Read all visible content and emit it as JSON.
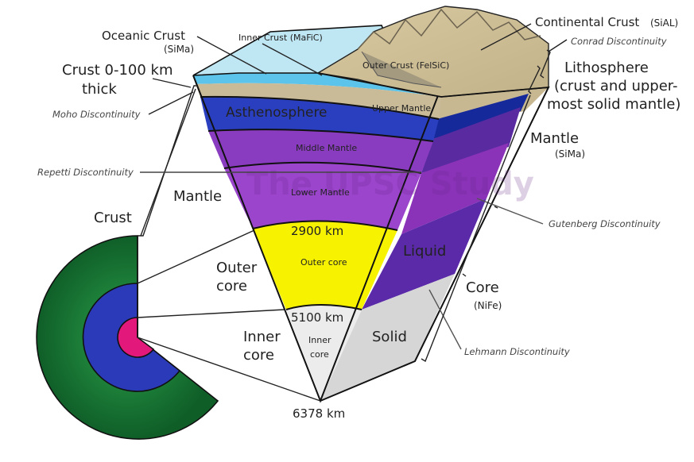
{
  "watermark": "The UPSC Study",
  "labels": {
    "oceanic_crust": "Oceanic Crust",
    "oceanic_crust_sub": "(SiMa)",
    "inner_crust": "Inner Crust (MaFiC)",
    "continental_crust": "Continental Crust",
    "continental_crust_sub": "(SiAL)",
    "conrad": "Conrad Discontinuity",
    "outer_crust": "Outer Crust (FelSiC)",
    "crust_thick_line1": "Crust 0-100 km",
    "crust_thick_line2": "thick",
    "moho": "Moho Discontinuity",
    "lithosphere_line1": "Lithosphere",
    "lithosphere_line2": "(crust and upper-",
    "lithosphere_line3": "most solid mantle)",
    "asthenosphere": "Asthenosphere",
    "upper_mantle": "Upper Mantle",
    "middle_mantle": "Middle Mantle",
    "lower_mantle": "Lower Mantle",
    "mantle_right": "Mantle",
    "mantle_right_sub": "(SiMa)",
    "repetti": "Repetti Discontinuity",
    "mantle_left": "Mantle",
    "crust_left": "Crust",
    "gutenberg": "Gutenberg Discontinuity",
    "depth_2900": "2900 km",
    "outer_core_inside": "Outer core",
    "liquid": "Liquid",
    "outer_core_left_1": "Outer",
    "outer_core_left_2": "core",
    "core_right": "Core",
    "core_right_sub": "(NiFe)",
    "depth_5100": "5100 km",
    "inner_core_inside_1": "Inner",
    "inner_core_inside_2": "core",
    "solid": "Solid",
    "inner_core_left_1": "Inner",
    "inner_core_left_2": "core",
    "lehmann": "Lehmann Discontinuity",
    "depth_6378": "6378 km"
  },
  "colors": {
    "ocean_light": "#bfe6f3",
    "ocean_mid": "#5cc3ea",
    "crust_tan": "#c9bb98",
    "mountain": "#a39a80",
    "asthenosphere": "#2a3fc0",
    "middle_mantle": "#8a3cc0",
    "lower_mantle": "#9b45cc",
    "outer_core": "#f7f300",
    "liquid": "#5a2aa8",
    "inner_core": "#ececec",
    "solid": "#d4d4d4",
    "ring_crust": "#1e8a3a",
    "ring_mantle": "#2a3ab8",
    "ring_core": "#e2187a"
  }
}
